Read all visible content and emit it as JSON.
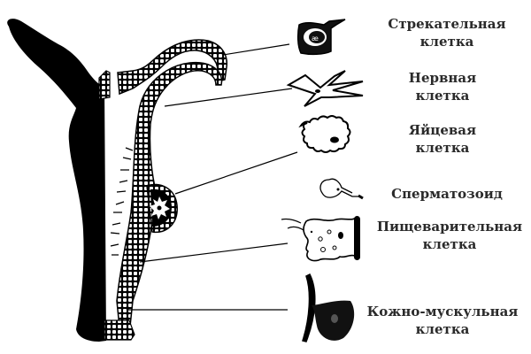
{
  "figure": {
    "subject": "hydra-body-wall-cross-section",
    "colors": {
      "ink": "#000000",
      "text": "#2a2a2a",
      "background": "#ffffff"
    }
  },
  "labels": [
    {
      "id": "stinging-cell",
      "line1": "Стрекательная",
      "line2": "клетка"
    },
    {
      "id": "nerve-cell",
      "line1": "Нервная",
      "line2": "клетка"
    },
    {
      "id": "egg-cell",
      "line1": "Яйцевая",
      "line2": "клетка"
    },
    {
      "id": "sperm",
      "line1": "Сперматозоид",
      "line2": ""
    },
    {
      "id": "digestive-cell",
      "line1": "Пищеварительная",
      "line2": "клетка"
    },
    {
      "id": "skin-muscle-cell",
      "line1": "Кожно-мускульная",
      "line2": "клетка"
    }
  ]
}
